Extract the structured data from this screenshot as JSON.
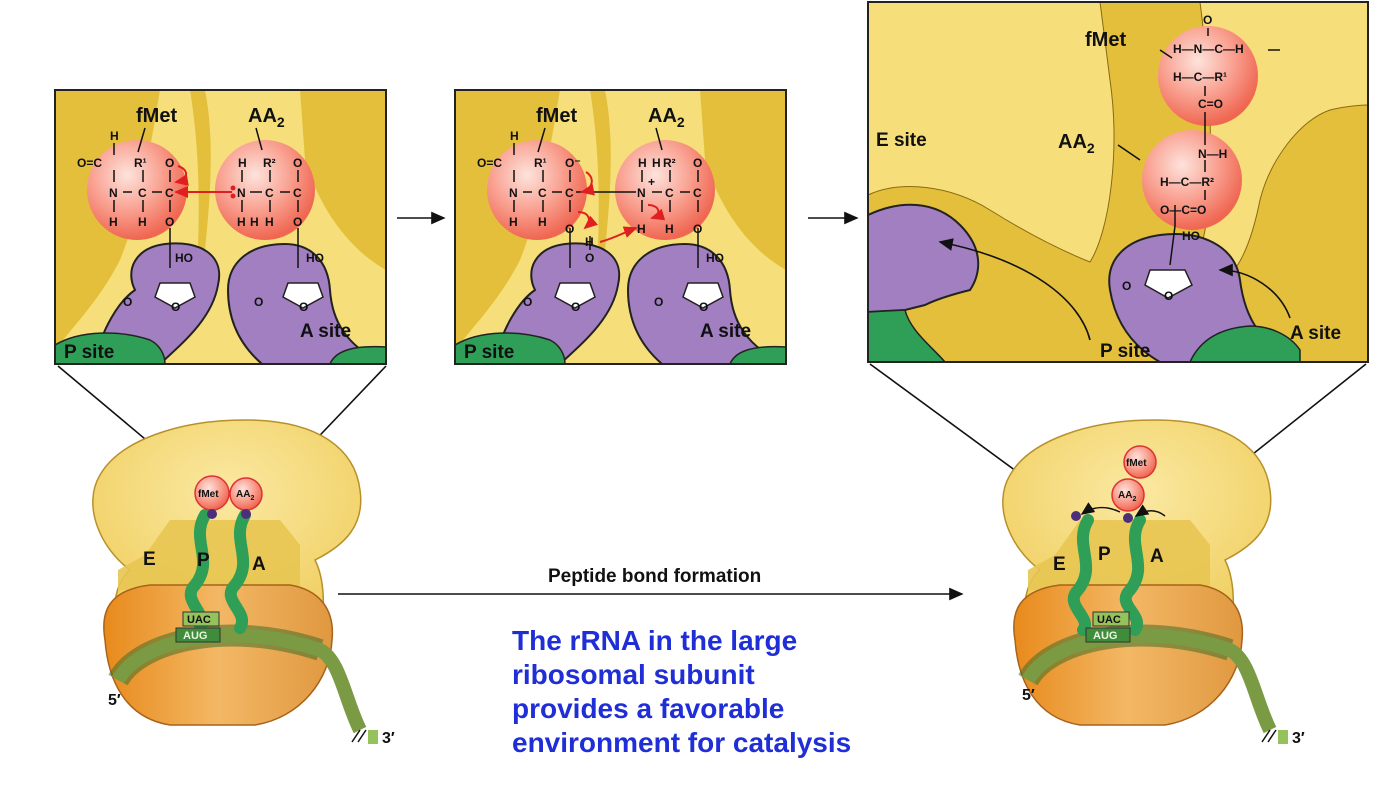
{
  "colors": {
    "ribosome_yellow": "#f6df7a",
    "ribosome_gold": "#e4bf3c",
    "trna_purple": "#a17fc0",
    "site_green": "#2f9e57",
    "residue_circle": "#f77a6a",
    "mrna_green": "#95c25b",
    "caption_blue": "#1f2ed6",
    "arrow_red": "#e02020"
  },
  "panel1": {
    "label_fmet": "fMet",
    "label_aa2": "AA",
    "label_aa2_sub": "2",
    "label_p_site": "P site",
    "label_a_site": "A site",
    "chem_left": [
      "H",
      "O=C",
      "N",
      "C",
      "C",
      "O",
      "H",
      "H",
      "R¹",
      "O"
    ],
    "chem_right": [
      "H",
      "R²",
      "O",
      "N",
      "C",
      "C",
      "H",
      "H",
      "H",
      "O"
    ],
    "ho": "HO",
    "ring_o": "O",
    "o_left": "O"
  },
  "panel2": {
    "label_fmet": "fMet",
    "label_aa2": "AA",
    "label_aa2_sub": "2",
    "label_p_site": "P site",
    "label_a_site": "A site",
    "chem_left": [
      "H",
      "O=C",
      "N",
      "C",
      "C",
      "O⁻",
      "H",
      "H",
      "R¹",
      "O"
    ],
    "chem_right": [
      "H",
      "R²",
      "O",
      "N",
      "C",
      "C",
      "H",
      "H",
      "H",
      "O"
    ],
    "n_charge": "+",
    "ho": "H",
    "ring_o": "O",
    "o_left": "O"
  },
  "panel3": {
    "label_fmet": "fMet",
    "label_aa2": "AA",
    "label_aa2_sub": "2",
    "label_e_site": "E site",
    "label_p_site": "P site",
    "label_a_site": "A site",
    "chem_top": [
      "O",
      "H—N—C—H",
      "H—C—R¹",
      "C=O"
    ],
    "chem_bottom": [
      "N—H",
      "H—C—R²",
      "O—C=O"
    ],
    "ho": "HO",
    "ring_o": "O",
    "o_left": "O"
  },
  "ribosome_left": {
    "site_e": "E",
    "site_p": "P",
    "site_a": "A",
    "residue_fmet": "fMet",
    "residue_aa2": "AA",
    "residue_aa2_sub": "2",
    "anticodon": "UAC",
    "codon": "AUG",
    "five_prime": "5′",
    "three_prime": "3′"
  },
  "ribosome_right": {
    "site_e": "E",
    "site_p": "P",
    "site_a": "A",
    "residue_fmet": "fMet",
    "residue_aa2": "AA",
    "residue_aa2_sub": "2",
    "anticodon": "UAC",
    "codon": "AUG",
    "five_prime": "5′",
    "three_prime": "3′"
  },
  "reaction_label": "Peptide bond formation",
  "caption": [
    "The rRNA in the large",
    "ribosomal subunit",
    "provides a favorable",
    "environment for catalysis"
  ]
}
